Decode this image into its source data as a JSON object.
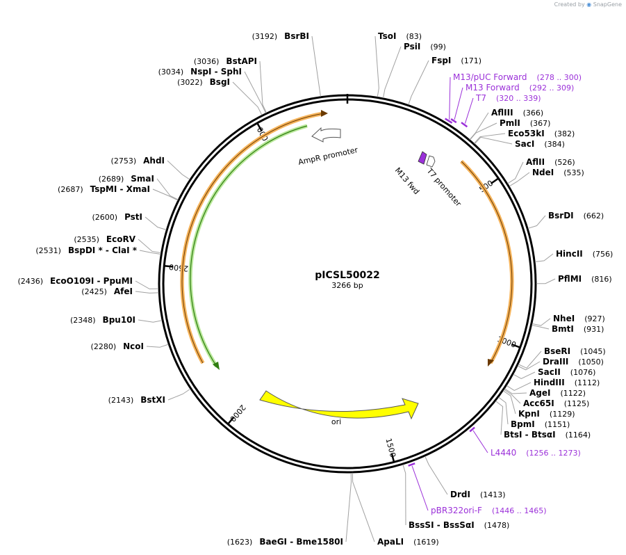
{
  "credit": {
    "prefix": "Created by",
    "brand": "SnapGene"
  },
  "plasmid": {
    "name": "pICSL50022",
    "length_label": "3266 bp",
    "length": 3266
  },
  "colors": {
    "backbone": "#000000",
    "enzyme_line": "#a0a0a0",
    "primer": "#9b30d9",
    "ampr_fill": "#ffffff",
    "ori_fill": "#ffff00",
    "orange_arc": "#f5b35a",
    "green_arc": "#3a9a1f",
    "t7_fill": "#9b30d9"
  },
  "ticks": [
    {
      "pos": 500,
      "label": "500"
    },
    {
      "pos": 1000,
      "label": "1000"
    },
    {
      "pos": 1500,
      "label": "1500"
    },
    {
      "pos": 2000,
      "label": "2000"
    },
    {
      "pos": 2500,
      "label": "2500"
    },
    {
      "pos": 3000,
      "label": "3000"
    }
  ],
  "enzymes": [
    {
      "name": "BsrBI",
      "pos_label": "(3192)",
      "pos": 3192
    },
    {
      "name": "TsoI",
      "pos_label": "(83)",
      "pos": 83
    },
    {
      "name": "PsiI",
      "pos_label": "(99)",
      "pos": 99
    },
    {
      "name": "FspI",
      "pos_label": "(171)",
      "pos": 171
    },
    {
      "name": "BstAPI",
      "pos_label": "(3036)",
      "pos": 3036
    },
    {
      "name": "NspI  -  SphI",
      "pos_label": "(3034)",
      "pos": 3034
    },
    {
      "name": "BsgI",
      "pos_label": "(3022)",
      "pos": 3022
    },
    {
      "name": "AflIII",
      "pos_label": "(366)",
      "pos": 366
    },
    {
      "name": "PmlI",
      "pos_label": "(367)",
      "pos": 367
    },
    {
      "name": "Eco53kI",
      "pos_label": "(382)",
      "pos": 382
    },
    {
      "name": "SacI",
      "pos_label": "(384)",
      "pos": 384
    },
    {
      "name": "AflII",
      "pos_label": "(526)",
      "pos": 526
    },
    {
      "name": "NdeI",
      "pos_label": "(535)",
      "pos": 535
    },
    {
      "name": "AhdI",
      "pos_label": "(2753)",
      "pos": 2753
    },
    {
      "name": "SmaI",
      "pos_label": "(2689)",
      "pos": 2689
    },
    {
      "name": "TspMI  -  XmaI",
      "pos_label": "(2687)",
      "pos": 2687
    },
    {
      "name": "BsrDI",
      "pos_label": "(662)",
      "pos": 662
    },
    {
      "name": "PstI",
      "pos_label": "(2600)",
      "pos": 2600
    },
    {
      "name": "EcoRV",
      "pos_label": "(2535)",
      "pos": 2535
    },
    {
      "name": "BspDI *  -  ClaI *",
      "pos_label": "(2531)",
      "pos": 2531
    },
    {
      "name": "HincII",
      "pos_label": "(756)",
      "pos": 756
    },
    {
      "name": "PflMI",
      "pos_label": "(816)",
      "pos": 816
    },
    {
      "name": "EcoO109I  -  PpuMI",
      "pos_label": "(2436)",
      "pos": 2436
    },
    {
      "name": "AfeI",
      "pos_label": "(2425)",
      "pos": 2425
    },
    {
      "name": "NheI",
      "pos_label": "(927)",
      "pos": 927
    },
    {
      "name": "BmtI",
      "pos_label": "(931)",
      "pos": 931
    },
    {
      "name": "Bpu10I",
      "pos_label": "(2348)",
      "pos": 2348
    },
    {
      "name": "NcoI",
      "pos_label": "(2280)",
      "pos": 2280
    },
    {
      "name": "BseRI",
      "pos_label": "(1045)",
      "pos": 1045
    },
    {
      "name": "DraIII",
      "pos_label": "(1050)",
      "pos": 1050
    },
    {
      "name": "SacII",
      "pos_label": "(1076)",
      "pos": 1076
    },
    {
      "name": "HindIII",
      "pos_label": "(1112)",
      "pos": 1112
    },
    {
      "name": "AgeI",
      "pos_label": "(1122)",
      "pos": 1122
    },
    {
      "name": "Acc65I",
      "pos_label": "(1125)",
      "pos": 1125
    },
    {
      "name": "BstXI",
      "pos_label": "(2143)",
      "pos": 2143
    },
    {
      "name": "KpnI",
      "pos_label": "(1129)",
      "pos": 1129
    },
    {
      "name": "BpmI",
      "pos_label": "(1151)",
      "pos": 1151
    },
    {
      "name": "BtsI  -  BtsαI",
      "pos_label": "(1164)",
      "pos": 1164
    },
    {
      "name": "DrdI",
      "pos_label": "(1413)",
      "pos": 1413
    },
    {
      "name": "BssSI  -  BssSαI",
      "pos_label": "(1478)",
      "pos": 1478
    },
    {
      "name": "BaeGI  -  Bme1580I",
      "pos_label": "(1623)",
      "pos": 1623
    },
    {
      "name": "ApaLI",
      "pos_label": "(1619)",
      "pos": 1619
    }
  ],
  "primers": [
    {
      "name": "M13/pUC Forward",
      "range_label": "(278 .. 300)",
      "start": 278,
      "end": 300
    },
    {
      "name": "M13 Forward",
      "range_label": "(292 .. 309)",
      "start": 292,
      "end": 309
    },
    {
      "name": "T7",
      "range_label": "(320 .. 339)",
      "start": 320,
      "end": 339
    },
    {
      "name": "L4440",
      "range_label": "(1256 .. 1273)",
      "start": 1256,
      "end": 1273
    },
    {
      "name": "pBR322ori-F",
      "range_label": "(1446 .. 1465)",
      "start": 1446,
      "end": 1465
    }
  ],
  "features": [
    {
      "name": "AmpR promoter",
      "type": "promoter"
    },
    {
      "name": "ori",
      "type": "rep_origin"
    },
    {
      "name": "T7 promoter",
      "type": "promoter"
    },
    {
      "name": "M13 fwd",
      "type": "primer_bind"
    }
  ]
}
